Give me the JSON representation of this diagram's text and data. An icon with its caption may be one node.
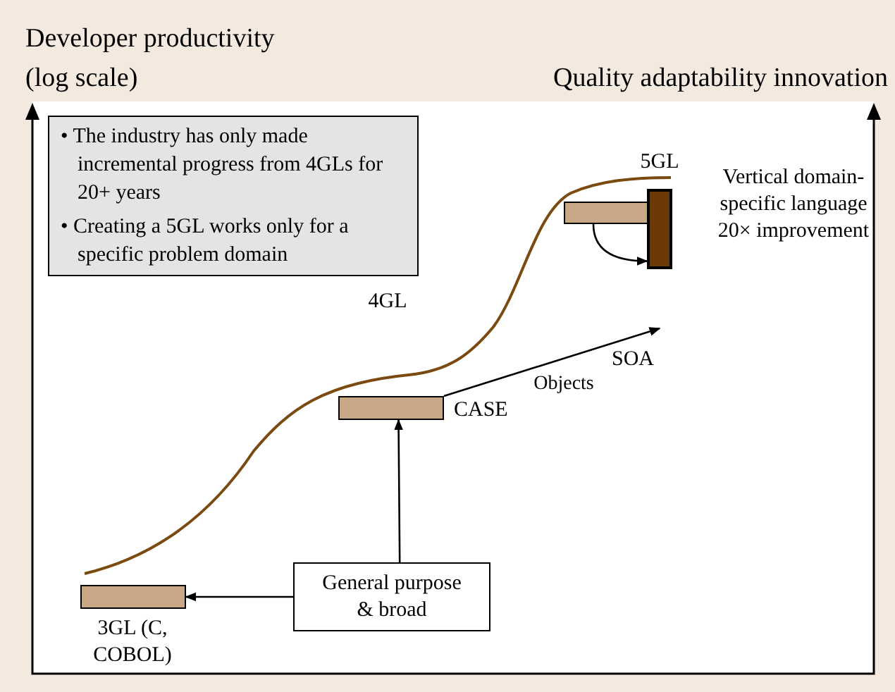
{
  "diagram": {
    "nodes": [
      {
        "text": [
          "• The industry has only made incremental progress from 4GLs for 20+ years",
          "• Creating a 5GL works only for a specific problem domain"
        ]
      },
      {
        "text": [],
        "shape": "bar",
        "beside": [
          "3GL (C, COBOL)"
        ]
      },
      {
        "text": [],
        "shape": "bar",
        "beside": [
          "CASE"
        ]
      },
      {
        "text": [],
        "shape": "bar"
      },
      {
        "text": [],
        "shape": "bar",
        "beside": [
          "Vertical domain-specific language 20× improvement"
        ]
      },
      {
        "text": [
          "General purpose & broad"
        ]
      },
      {
        "text": [
          "SOA"
        ]
      }
    ],
    "edges": [
      {
        "from": 5,
        "to": 1,
        "arrow": "to"
      },
      {
        "from": 5,
        "to": 2,
        "arrow": "to"
      },
      {
        "from": 2,
        "to": 6,
        "arrow": "to",
        "label": "Objects"
      },
      {
        "from": 3,
        "to": 4,
        "arrow": "to"
      }
    ],
    "labels": [
      "Developer productivity (log scale)",
      "Quality adaptability innovation",
      "4GL",
      "5GL"
    ]
  }
}
